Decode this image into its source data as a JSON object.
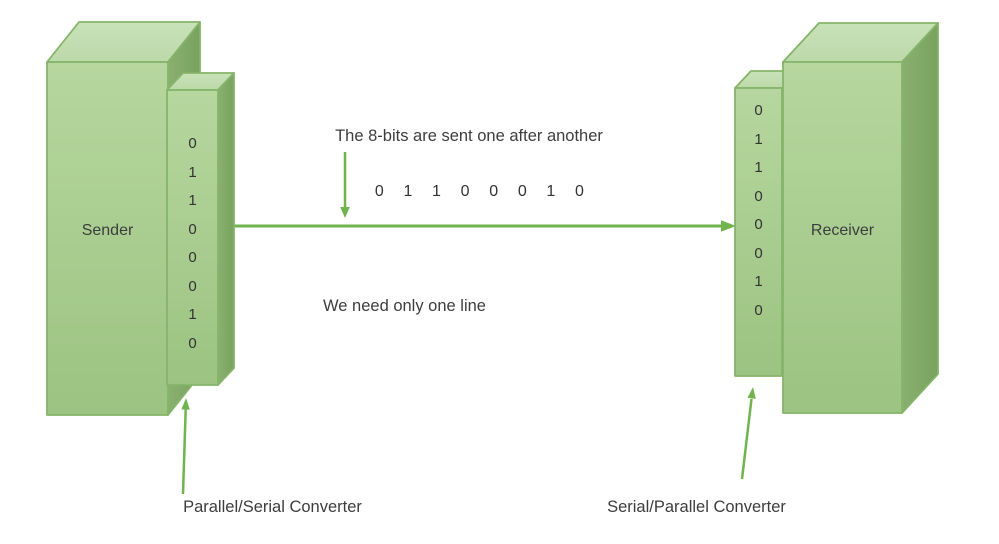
{
  "sender": {
    "label": "Sender",
    "bits": [
      "0",
      "1",
      "1",
      "0",
      "0",
      "0",
      "1",
      "0"
    ],
    "converter_label": "Parallel/Serial Converter"
  },
  "receiver": {
    "label": "Receiver",
    "bits": [
      "0",
      "1",
      "1",
      "0",
      "0",
      "0",
      "1",
      "0"
    ],
    "converter_label": "Serial/Parallel Converter"
  },
  "annotations": {
    "serial_note": "The 8-bits are sent one after another",
    "line_note": "We need only one line"
  },
  "serial_bits": [
    "0",
    "1",
    "1",
    "0",
    "0",
    "0",
    "1",
    "0"
  ],
  "colors": {
    "box_fill": "#a9cf90",
    "box_fill_light": "#b6d79f",
    "box_fill_dark": "#9cc381",
    "box_top": "#c4deb2",
    "box_side": "#81aa66",
    "box_border": "#85b46a",
    "arrow": "#6fb44d",
    "text": "#3d3d3d"
  }
}
